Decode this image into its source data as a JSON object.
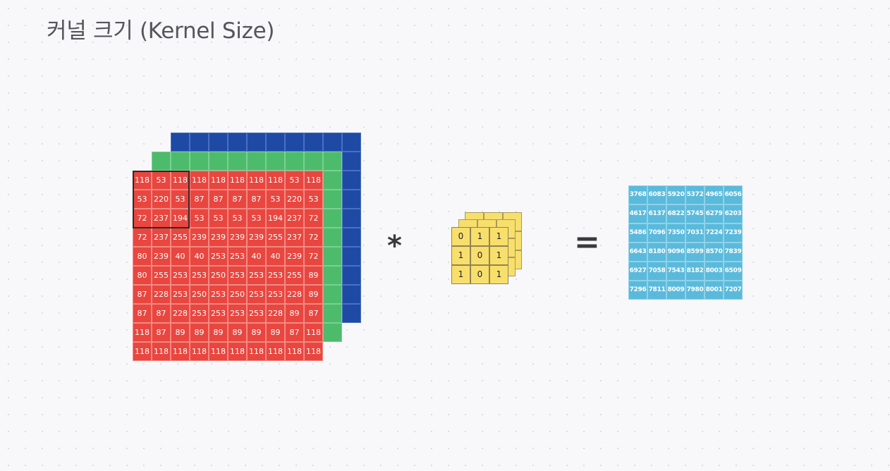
{
  "title": "커널 크기 (Kernel Size)",
  "operators": {
    "convolve": "*",
    "equals": "="
  },
  "colors": {
    "blue_channel": "#1e4aa6",
    "green_channel": "#4dbb6c",
    "red_channel": "#e8463f",
    "kernel": "#f8df6c",
    "output": "#5bbadb"
  },
  "input_red": [
    [
      "118",
      "53",
      "118",
      "118",
      "118",
      "118",
      "118",
      "118",
      "53",
      "118"
    ],
    [
      "53",
      "220",
      "53",
      "87",
      "87",
      "87",
      "87",
      "53",
      "220",
      "53"
    ],
    [
      "72",
      "237",
      "194",
      "53",
      "53",
      "53",
      "53",
      "194",
      "237",
      "72"
    ],
    [
      "72",
      "237",
      "255",
      "239",
      "239",
      "239",
      "239",
      "255",
      "237",
      "72"
    ],
    [
      "80",
      "239",
      "40",
      "40",
      "253",
      "253",
      "40",
      "40",
      "239",
      "72"
    ],
    [
      "80",
      "255",
      "253",
      "253",
      "250",
      "253",
      "253",
      "253",
      "255",
      "89"
    ],
    [
      "87",
      "228",
      "253",
      "250",
      "253",
      "250",
      "253",
      "253",
      "228",
      "89"
    ],
    [
      "87",
      "87",
      "228",
      "253",
      "253",
      "253",
      "253",
      "228",
      "89",
      "87"
    ],
    [
      "118",
      "87",
      "89",
      "89",
      "89",
      "89",
      "89",
      "89",
      "87",
      "118"
    ],
    [
      "118",
      "118",
      "118",
      "118",
      "118",
      "118",
      "118",
      "118",
      "118",
      "118"
    ]
  ],
  "kernel": [
    [
      "0",
      "1",
      "1"
    ],
    [
      "1",
      "0",
      "1"
    ],
    [
      "1",
      "0",
      "1"
    ]
  ],
  "output": [
    [
      "3768",
      "6083",
      "5920",
      "5372",
      "4965",
      "6056"
    ],
    [
      "4617",
      "6137",
      "6822",
      "5745",
      "6279",
      "6203"
    ],
    [
      "5486",
      "7096",
      "7350",
      "7031",
      "7224",
      "7239"
    ],
    [
      "6643",
      "8180",
      "9096",
      "8599",
      "8570",
      "7839"
    ],
    [
      "6927",
      "7058",
      "7543",
      "8182",
      "8003",
      "6509"
    ],
    [
      "7296",
      "7811",
      "8009",
      "7980",
      "8001",
      "7207"
    ]
  ]
}
